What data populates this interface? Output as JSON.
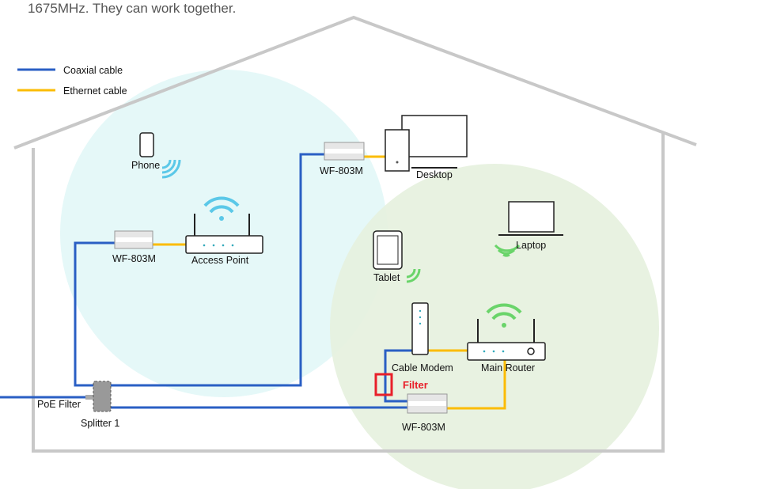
{
  "intro_text": "1675MHz. They can work together.",
  "legend": [
    {
      "label": "Coaxial cable",
      "color": "#2a5fc4"
    },
    {
      "label": "Ethernet cable",
      "color": "#fbbc05"
    }
  ],
  "devices": {
    "phone": "Phone",
    "access_point": "Access Point",
    "adapter_ap": "WF-803M",
    "adapter_desktop": "WF-803M",
    "desktop": "Desktop",
    "laptop": "Laptop",
    "tablet": "Tablet",
    "cable_modem": "Cable Modem",
    "main_router": "Main Router",
    "adapter_main": "WF-803M",
    "poe_filter": "PoE Filter",
    "splitter": "Splitter 1",
    "filter": "Filter"
  },
  "colors": {
    "coax": "#2a5fc4",
    "ethernet": "#fbbc05",
    "filter": "#e8202a",
    "wifi_ap": "#5bc8e8",
    "wifi_router": "#6ad46a",
    "house": "#c8c8c8"
  }
}
